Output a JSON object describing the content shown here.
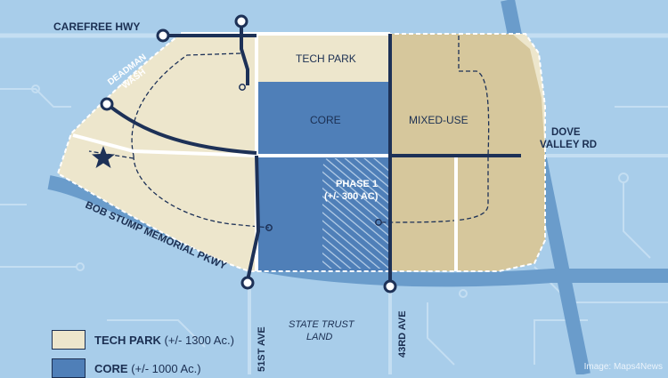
{
  "colors": {
    "background": "#a8cdea",
    "circuit_lines": "#c4def2",
    "tech_park": "#ede6cc",
    "core": "#4f7fb8",
    "mixed_use": "#d6c79c",
    "roads_major": "#6a9ccb",
    "roads_dark": "#1d3157",
    "text_dark": "#1b2f52"
  },
  "labels": {
    "carefree_hwy": "CAREFREE HWY",
    "deadman_wash_line1": "DEADMAN",
    "deadman_wash_line2": "WASH",
    "tech_park": "TECH PARK",
    "core": "CORE",
    "mixed_use": "MIXED-USE",
    "dove_valley_line1": "DOVE",
    "dove_valley_line2": "VALLEY RD",
    "phase1_line1": "PHASE 1",
    "phase1_line2": "(+/- 300 AC)",
    "bob_stump": "BOB STUMP MEMORIAL PKWY",
    "state_trust_line1": "STATE TRUST",
    "state_trust_line2": "LAND",
    "ave_51": "51ST AVE",
    "ave_43": "43RD AVE"
  },
  "legend": [
    {
      "name": "TECH PARK",
      "acres": "(+/- 1300 Ac.)",
      "color": "#ede6cc"
    },
    {
      "name": "CORE",
      "acres": "(+/- 1000 Ac.)",
      "color": "#4f7fb8"
    }
  ],
  "credit": "Image: Maps4News",
  "icons": {
    "star": "star-icon",
    "road_end": "road-end-circle-icon"
  }
}
